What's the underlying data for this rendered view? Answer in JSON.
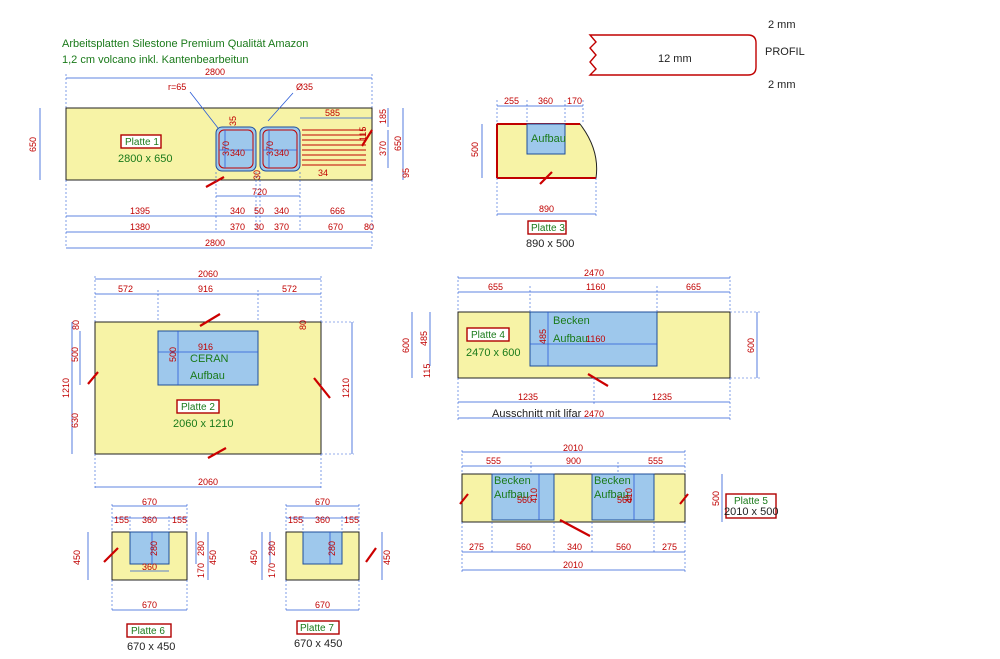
{
  "header": {
    "line1": "Arbeitsplatten Silestone Premium Qualität Amazon",
    "line2": "1,2 cm volcano inkl. Kantenbearbeitun"
  },
  "profile": {
    "top": "2 mm",
    "middle": "12 mm",
    "label": "PROFIL",
    "bottom": "2 mm"
  },
  "plate1": {
    "label": "Platte 1",
    "size": "2800 x 650",
    "dims": {
      "total_top": "2800",
      "radius": "r=65",
      "diameter": "Ø35",
      "d585": "585",
      "d650_left": "650",
      "d185": "185",
      "d370_right": "370",
      "d650_right": "650",
      "d115": "115",
      "d95": "95",
      "d35": "35",
      "d370_sink1": "370",
      "d340_sink1": "340",
      "d370_sink2": "370",
      "d340_sink2": "340",
      "d720": "720",
      "d30": "30",
      "d34": "34",
      "row1_a": "1395",
      "row1_b": "340",
      "row1_c": "50",
      "row1_d": "340",
      "row1_e": "666",
      "row2_a": "1380",
      "row2_b": "370",
      "row2_c": "30",
      "row2_d": "370",
      "row2_e": "670",
      "row2_f": "80",
      "total_bottom": "2800"
    }
  },
  "plate3": {
    "label": "Platte 3",
    "size": "890 x 500",
    "cutout": "Aufbau",
    "dims": {
      "a": "255",
      "b": "360",
      "c": "170",
      "h": "500",
      "w": "890"
    }
  },
  "plate2": {
    "label": "Platte 2",
    "size": "2060 x 1210",
    "cutout_line1": "CERAN",
    "cutout_line2": "Aufbau",
    "dims": {
      "total_top": "2060",
      "a": "572",
      "b": "916",
      "c": "572",
      "inner_w": "916",
      "inner_h": "500",
      "d80a": "80",
      "d80b": "80",
      "left_500": "500",
      "left_1210": "1210",
      "left_630": "630",
      "right_1210": "1210",
      "total_bottom": "2060"
    }
  },
  "plate4": {
    "label": "Platte 4",
    "size": "2470 x 600",
    "cutout_line1": "Becken",
    "cutout_line2": "Aufbau",
    "note": "Ausschnitt mit lifar",
    "dims": {
      "total_top": "2470",
      "a": "655",
      "b": "1160",
      "c": "665",
      "left_600": "600",
      "left_485": "485",
      "left_115": "115",
      "inner_h": "485",
      "inner_w": "1160",
      "right_600": "600",
      "bot_a": "1235",
      "bot_b": "1235",
      "total_bottom": "2470"
    }
  },
  "plate5": {
    "label": "Platte 5",
    "size": "2010 x 500",
    "cutout_line1": "Becken",
    "cutout_line2": "Aufbau",
    "dims": {
      "total_top": "2010",
      "a": "555",
      "b": "900",
      "c": "555",
      "h": "500",
      "s1_h": "410",
      "s1_w": "560",
      "s2_h": "410",
      "s2_w": "560",
      "bot_a": "275",
      "bot_b": "560",
      "bot_c": "340",
      "bot_d": "560",
      "bot_e": "275",
      "total_bottom": "2010"
    }
  },
  "plate6": {
    "label": "Platte 6",
    "size": "670 x 450",
    "dims": {
      "top": "670",
      "a": "155",
      "b": "360",
      "c": "155",
      "left_450": "450",
      "inner_h": "280",
      "r280": "280",
      "r170": "170",
      "right_450": "450",
      "inner_w": "360",
      "bottom": "670"
    }
  },
  "plate7": {
    "label": "Platte 7",
    "size": "670 x 450",
    "dims": {
      "top": "670",
      "a": "155",
      "b": "360",
      "c": "155",
      "left_450": "450",
      "inner_h": "280",
      "r280": "280",
      "r170": "170",
      "right_450": "450",
      "bottom": "670"
    }
  },
  "colors": {
    "slab": "#f7f3a6",
    "cutout": "#9ec8ec",
    "dimension_text": "#c00000",
    "dimension_line": "#2a5bd7",
    "label_border": "#b00000",
    "label_text": "#1a7a1a"
  }
}
